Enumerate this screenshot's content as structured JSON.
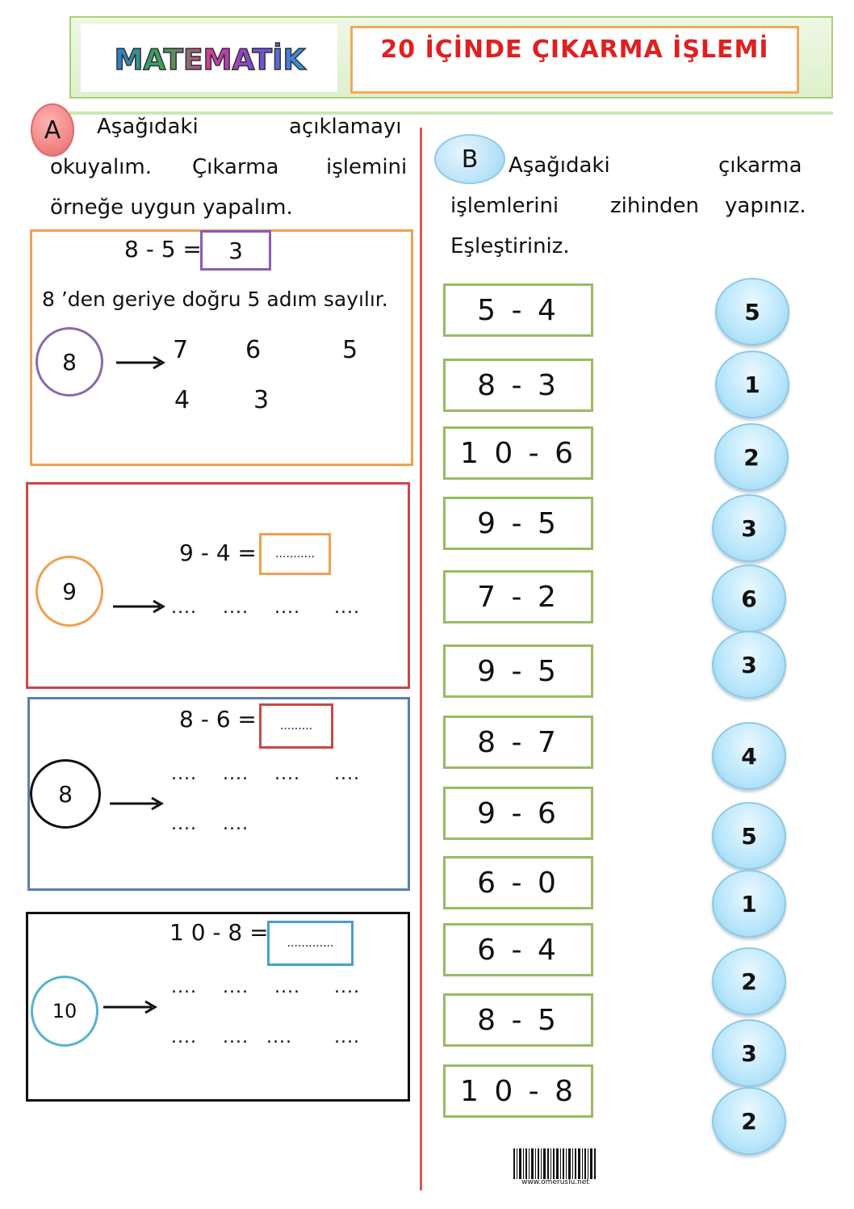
{
  "header": {
    "logo_text": "MATEMATİK",
    "title": "20 İÇİNDE  ÇIKARMA İŞLEMİ"
  },
  "section_a": {
    "badge": "A",
    "lines": [
      "Aşağıdaki",
      "açıklamayı",
      "okuyalım.",
      "Çıkarma",
      "işlemini",
      "örneğe  uygun yapalım."
    ],
    "example": {
      "equation": "8 - 5 =",
      "answer": "3",
      "instruction": "8 ’den geriye doğru 5 adım sayılır.",
      "start": "8",
      "steps_row1": [
        "7",
        "6",
        "5"
      ],
      "steps_row2": [
        "4",
        "3"
      ]
    },
    "exercises": [
      {
        "equation": "9 - 4 =",
        "answer_placeholder": "...........",
        "start": "9",
        "dots_row1": [
          "....",
          "....",
          "....",
          "...."
        ],
        "dots_row2": []
      },
      {
        "equation": "8 - 6 =",
        "answer_placeholder": ".........",
        "start": "8",
        "dots_row1": [
          "....",
          "....",
          "....",
          "...."
        ],
        "dots_row2": [
          "....",
          "...."
        ]
      },
      {
        "equation": "1 0 - 8 =",
        "answer_placeholder": ".............",
        "start": "10",
        "dots_row1": [
          "....",
          "....",
          "....",
          "...."
        ],
        "dots_row2": [
          "....",
          "....",
          "....",
          "...."
        ]
      }
    ]
  },
  "section_b": {
    "badge": "B",
    "lines": [
      "Aşağıdaki",
      "çıkarma",
      "işlemlerini",
      "zihinden",
      "yapınız.",
      "Eşleştiriniz."
    ],
    "expressions": [
      "5 - 4",
      "8 - 3",
      "1 0 - 6",
      "9 - 5",
      "7 - 2",
      "9 - 5",
      "8 - 7",
      "9 - 6",
      "6 - 0",
      "6 - 4",
      "8 - 5",
      "1 0 - 8"
    ],
    "answers": [
      "5",
      "1",
      "2",
      "3",
      "6",
      "3",
      "4",
      "5",
      "1",
      "2",
      "3",
      "2"
    ]
  },
  "footer": {
    "site": "www.omeruslu.net"
  },
  "colors": {
    "title_red": "#e02020",
    "box_orange": "#f0a050",
    "box_red": "#c84848",
    "box_blue": "#5b7fb0",
    "box_black": "#111111",
    "expr_green": "#99bb62",
    "bubble_blue": "#b8e6fb",
    "divider": "#d25a5a"
  }
}
